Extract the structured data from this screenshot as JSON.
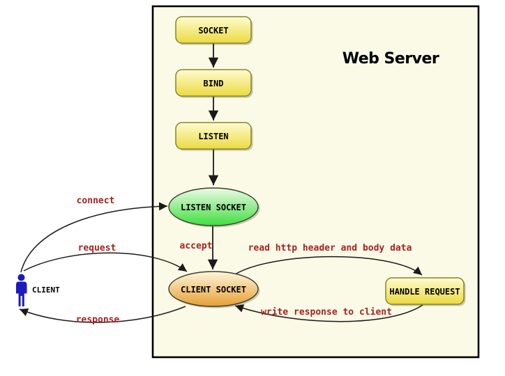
{
  "diagram": {
    "title": "Web Server",
    "nodes": {
      "socket": "SOCKET",
      "bind": "BIND",
      "listen": "LISTEN",
      "listen_socket": "LISTEN SOCKET",
      "client_socket": "CLIENT SOCKET",
      "handle_request": "HANDLE REQUEST"
    },
    "actor": {
      "label": "CLIENT"
    },
    "edges": {
      "connect": "connect",
      "request": "request",
      "response": "response",
      "accept": "accept",
      "read_http": "read http header and body data",
      "write_response": "write response to client"
    },
    "colors": {
      "canvas_bg": "#ffffff",
      "server_box_fill": "#fafae6",
      "server_box_border": "#000000",
      "step_gradient_top": "#fefcd2",
      "step_gradient_bottom": "#ebda3f",
      "step_border": "#84842e",
      "listen_gradient_top": "#ecfbe6",
      "listen_gradient_bottom": "#3fde3f",
      "client_gradient_top": "#fdf6dc",
      "client_gradient_bottom": "#e69f33",
      "ellipse_border": "#3c3c2e",
      "edge_label_red": "#a82222",
      "arrow_black": "#1a1a1a",
      "actor_blue": "#1b1bbe"
    }
  }
}
